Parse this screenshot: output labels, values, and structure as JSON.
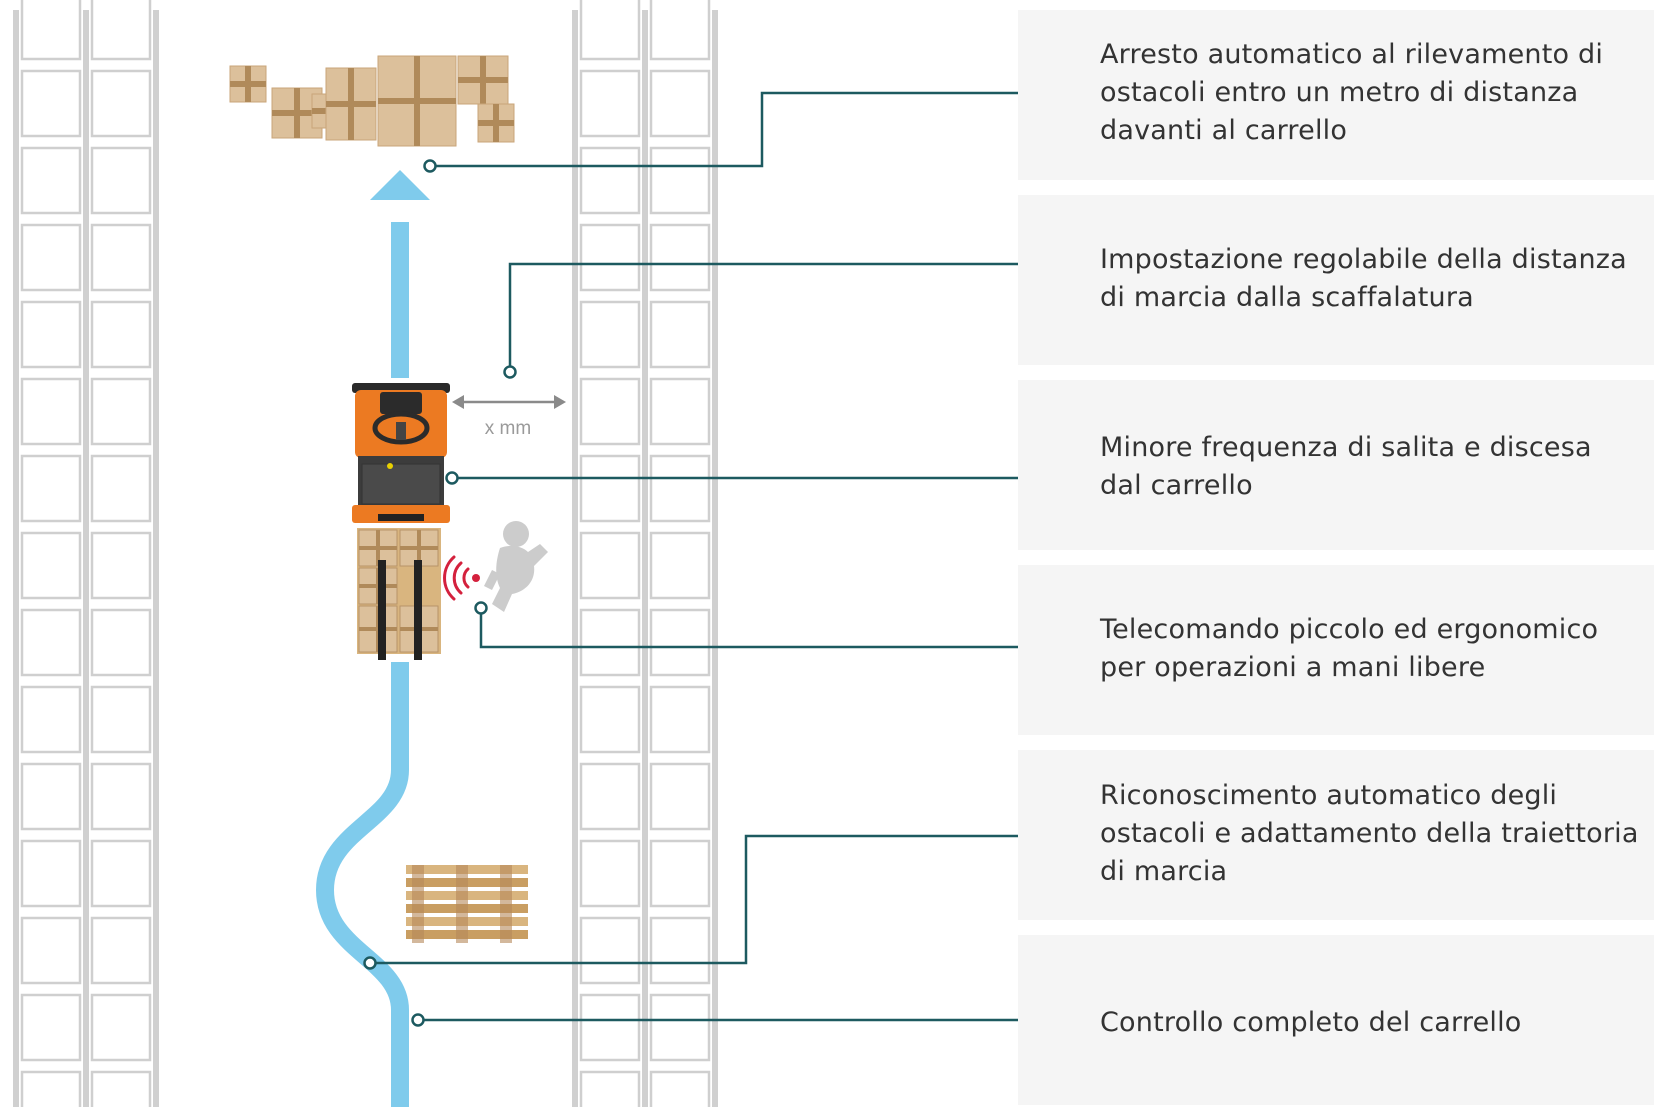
{
  "features": [
    {
      "id": "obstacle-stop",
      "text": "Arresto automatico al rilevamento di ostacoli entro un metro di distanza davanti al carrello"
    },
    {
      "id": "rack-distance",
      "text": "Impostazione regolabile della distanza di marcia dalla scaffalatura"
    },
    {
      "id": "less-climbing",
      "text": "Minore frequenza di salita e discesa dal carrello"
    },
    {
      "id": "remote-control",
      "text": "Telecomando piccolo ed ergonomico per operazioni a mani libere"
    },
    {
      "id": "path-adaptation",
      "text": "Riconoscimento automatico degli ostacoli e adattamento della traiettoria di marcia"
    },
    {
      "id": "full-control",
      "text": "Controllo completo del carrello"
    }
  ],
  "distance_label": "x mm",
  "colors": {
    "path": "#7fcbec",
    "leader": "#1d5a60",
    "rack": "#cfcfcf",
    "truck_orange": "#ec7a22",
    "truck_dark": "#3c3c3c",
    "box": "#dcc09b",
    "box_tape": "#b08a5a",
    "pallet": "#d9b57f",
    "signal_red": "#d4213d",
    "person": "#cccccc",
    "feature_bg": "#f5f5f5"
  },
  "icons": [
    "rack-icon",
    "cargo-boxes-icon",
    "path-arrow-icon",
    "forklift-truck-icon",
    "operator-person-icon",
    "wireless-signal-icon",
    "pallet-icon"
  ]
}
